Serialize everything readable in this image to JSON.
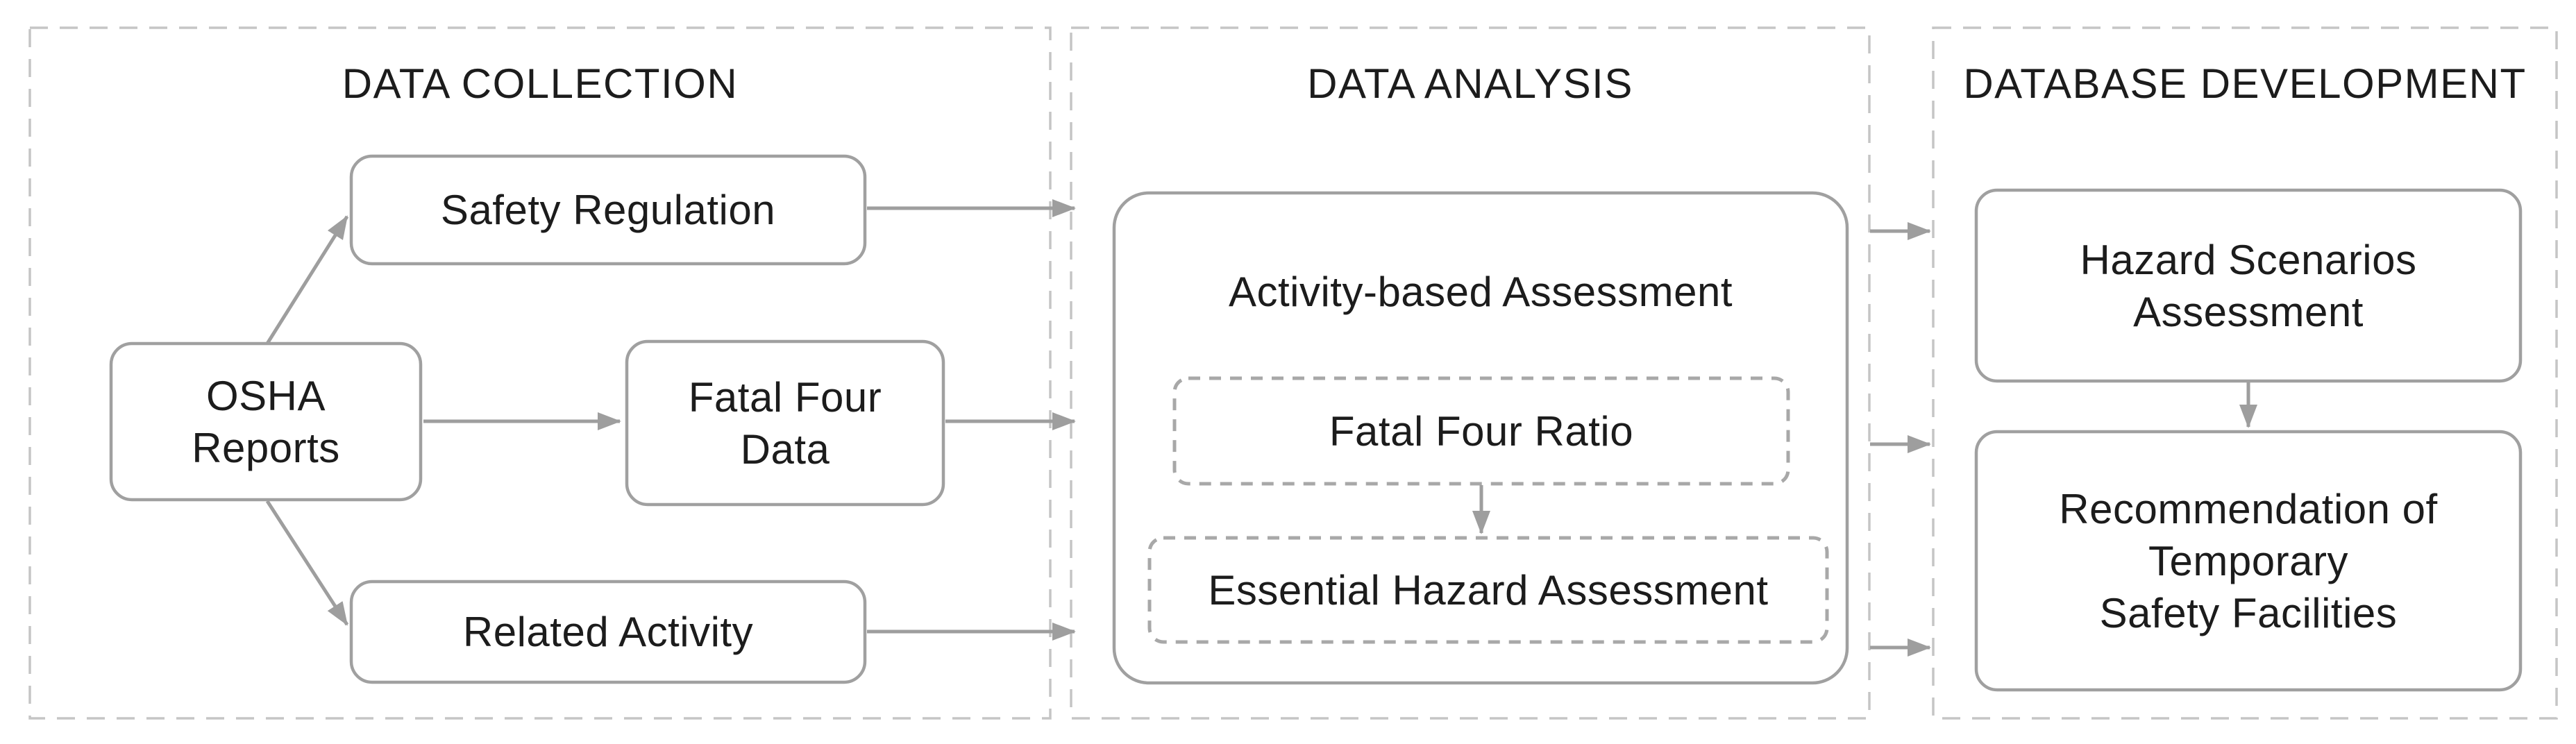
{
  "theme": {
    "bg": "#ffffff",
    "box-border": "#a0a0a0",
    "section-border": "#c5c5c5",
    "inner-dashed-border": "#a8a8a8",
    "arrow": "#9e9e9e",
    "text": "#1c1c1c",
    "box-fill": "#ffffff"
  },
  "sections": {
    "data_collection": {
      "title": "DATA COLLECTION",
      "osha_reports": "OSHA\nReports",
      "safety_regulation": "Safety Regulation",
      "fatal_four_data": "Fatal Four\nData",
      "related_activity": "Related Activity"
    },
    "data_analysis": {
      "title": "DATA ANALYSIS",
      "activity_based_assessment": "Activity-based Assessment",
      "fatal_four_ratio": "Fatal Four Ratio",
      "essential_hazard_assessment": "Essential Hazard Assessment"
    },
    "database_development": {
      "title": "DATABASE DEVELOPMENT",
      "hazard_scenarios_assessment": "Hazard Scenarios\nAssessment",
      "recommendation": "Recommendation of\nTemporary\nSafety Facilities"
    }
  }
}
